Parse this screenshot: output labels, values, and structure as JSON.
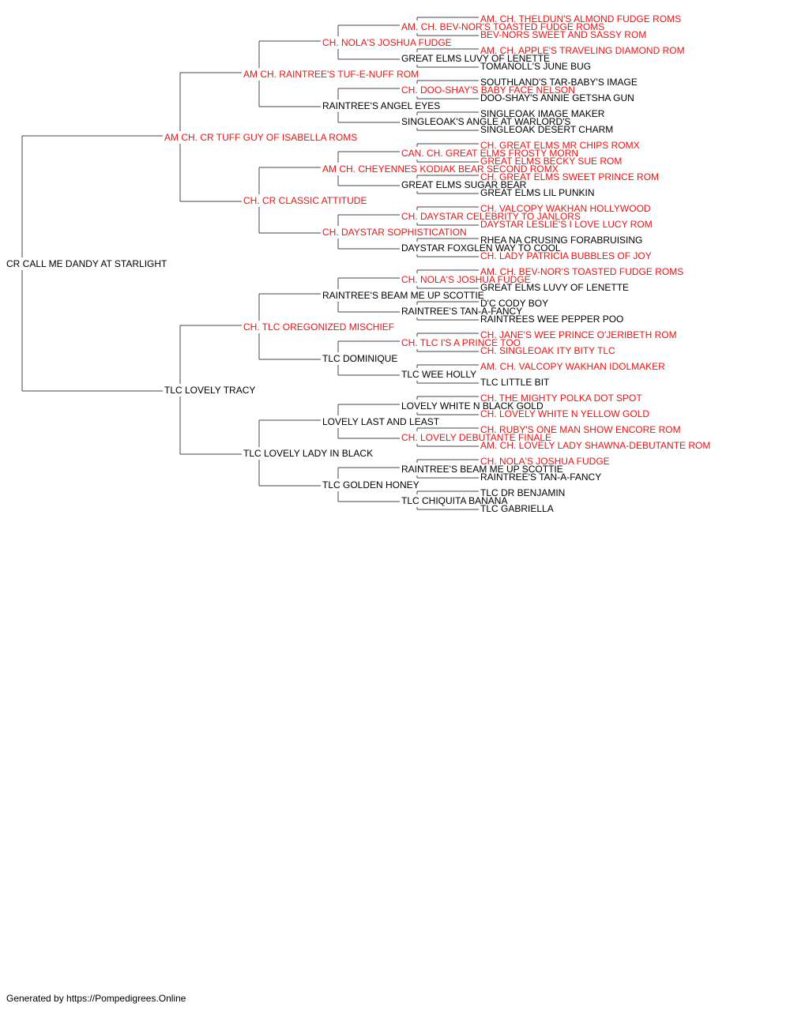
{
  "pedigree": {
    "subject": "CR CALL ME DANDY AT STARLIGHT",
    "titled_color": "#ee1111",
    "untitled_color": "#000000",
    "nodes": [
      {
        "id": "0",
        "name": "CR CALL ME DANDY AT STARLIGHT",
        "titled": false
      },
      {
        "id": "S",
        "name": "AM CH. CR TUFF GUY OF ISABELLA ROMS",
        "titled": true
      },
      {
        "id": "D",
        "name": "TLC LOVELY TRACY",
        "titled": false
      },
      {
        "id": "SS",
        "name": "AM CH. RAINTREE'S TUF-E-NUFF ROM",
        "titled": true
      },
      {
        "id": "SD",
        "name": "CH. CR CLASSIC ATTITUDE",
        "titled": true
      },
      {
        "id": "DS",
        "name": "CH. TLC OREGONIZED MISCHIEF",
        "titled": true
      },
      {
        "id": "DD",
        "name": "TLC LOVELY LADY IN BLACK",
        "titled": false
      },
      {
        "id": "SSS",
        "name": "CH. NOLA'S JOSHUA FUDGE",
        "titled": true
      },
      {
        "id": "SSD",
        "name": "RAINTREE'S ANGEL EYES",
        "titled": false
      },
      {
        "id": "SDS",
        "name": "AM CH. CHEYENNES KODIAK BEAR SECOND ROMX",
        "titled": true
      },
      {
        "id": "SDD",
        "name": "CH. DAYSTAR SOPHISTICATION",
        "titled": true
      },
      {
        "id": "DSS",
        "name": "RAINTREE'S BEAM ME UP SCOTTIE",
        "titled": false
      },
      {
        "id": "DSD",
        "name": "TLC DOMINIQUE",
        "titled": false
      },
      {
        "id": "DDS",
        "name": "LOVELY LAST AND LEAST",
        "titled": false
      },
      {
        "id": "DDD",
        "name": "TLC GOLDEN HONEY",
        "titled": false
      },
      {
        "id": "SSSS",
        "name": "AM. CH. BEV-NOR'S TOASTED FUDGE ROMS",
        "titled": true
      },
      {
        "id": "SSSD",
        "name": "GREAT ELMS LUVY OF LENETTE",
        "titled": false
      },
      {
        "id": "SSDS",
        "name": "CH. DOO-SHAY'S BABY FACE NELSON",
        "titled": true
      },
      {
        "id": "SSDD",
        "name": "SINGLEOAK'S ANGLE AT WARLORD'S",
        "titled": false
      },
      {
        "id": "SDSS",
        "name": "CAN. CH. GREAT ELMS FROSTY MORN",
        "titled": true
      },
      {
        "id": "SDSD",
        "name": "GREAT ELMS SUGAR BEAR",
        "titled": false
      },
      {
        "id": "SDDS",
        "name": "CH. DAYSTAR CELEBRITY TO JANLORS",
        "titled": true
      },
      {
        "id": "SDDD",
        "name": "DAYSTAR FOXGLEN WAY TO COOL",
        "titled": false
      },
      {
        "id": "DSSS",
        "name": "CH. NOLA'S JOSHUA FUDGE",
        "titled": true
      },
      {
        "id": "DSSD",
        "name": "RAINTREE'S TAN-A-FANCY",
        "titled": false
      },
      {
        "id": "DSDS",
        "name": "CH. TLC I'S A PRINCE TOO",
        "titled": true
      },
      {
        "id": "DSDD",
        "name": "TLC WEE HOLLY",
        "titled": false
      },
      {
        "id": "DDSS",
        "name": "LOVELY WHITE N BLACK GOLD",
        "titled": false
      },
      {
        "id": "DDSD",
        "name": "CH. LOVELY DEBUTANTE FINALE",
        "titled": true
      },
      {
        "id": "DDDS",
        "name": "RAINTREE'S BEAM ME UP SCOTTIE",
        "titled": false
      },
      {
        "id": "DDDD",
        "name": "TLC CHIQUITA BANANA",
        "titled": false
      },
      {
        "id": "SSSSS",
        "name": "AM. CH. THELDUN'S ALMOND FUDGE ROMS",
        "titled": true
      },
      {
        "id": "SSSSD",
        "name": "BEV-NORS SWEET AND SASSY ROM",
        "titled": true
      },
      {
        "id": "SSSDS",
        "name": "AM. CH. APPLE'S TRAVELING DIAMOND ROM",
        "titled": true
      },
      {
        "id": "SSSDD",
        "name": "TOMANOLL'S JUNE BUG",
        "titled": false
      },
      {
        "id": "SSDSS",
        "name": "SOUTHLAND'S TAR-BABY'S IMAGE",
        "titled": false
      },
      {
        "id": "SSDSD",
        "name": "DOO-SHAY'S ANNIE GETSHA GUN",
        "titled": false
      },
      {
        "id": "SSDDS",
        "name": "SINGLEOAK IMAGE MAKER",
        "titled": false
      },
      {
        "id": "SSDDD",
        "name": "SINGLEOAK DESERT CHARM",
        "titled": false
      },
      {
        "id": "SDSSS",
        "name": "CH. GREAT ELMS MR CHIPS ROMX",
        "titled": true
      },
      {
        "id": "SDSSD",
        "name": "GREAT ELMS BECKY SUE ROM",
        "titled": true
      },
      {
        "id": "SDSDS",
        "name": "CH. GREAT ELMS SWEET PRINCE ROM",
        "titled": true
      },
      {
        "id": "SDSDD",
        "name": "GREAT ELMS LIL PUNKIN",
        "titled": false
      },
      {
        "id": "SDDSS",
        "name": "CH. VALCOPY WAKHAN HOLLYWOOD",
        "titled": true
      },
      {
        "id": "SDDSD",
        "name": "DAYSTAR LESLIE'S I LOVE LUCY ROM",
        "titled": true
      },
      {
        "id": "SDDDS",
        "name": "RHEA NA CRUSING FORABRUISING",
        "titled": false
      },
      {
        "id": "SDDDD",
        "name": "CH. LADY PATRICIA BUBBLES OF JOY",
        "titled": true
      },
      {
        "id": "DSSSS",
        "name": "AM. CH. BEV-NOR'S TOASTED FUDGE ROMS",
        "titled": true
      },
      {
        "id": "DSSSD",
        "name": "GREAT ELMS LUVY OF LENETTE",
        "titled": false
      },
      {
        "id": "DSSDS",
        "name": "D'C CODY BOY",
        "titled": false
      },
      {
        "id": "DSSDD",
        "name": "RAINTREES WEE PEPPER POO",
        "titled": false
      },
      {
        "id": "DSDSS",
        "name": "CH. JANE'S WEE PRINCE O'JERIBETH ROM",
        "titled": true
      },
      {
        "id": "DSDSD",
        "name": "CH. SINGLEOAK ITY BITY TLC",
        "titled": true
      },
      {
        "id": "DSDDS",
        "name": "AM. CH. VALCOPY WAKHAN IDOLMAKER",
        "titled": true
      },
      {
        "id": "DSDDD",
        "name": "TLC LITTLE BIT",
        "titled": false
      },
      {
        "id": "DDSSS",
        "name": "CH. THE MIGHTY POLKA DOT SPOT",
        "titled": true
      },
      {
        "id": "DDSSD",
        "name": "CH. LOVELY WHITE N YELLOW GOLD",
        "titled": true
      },
      {
        "id": "DDSDS",
        "name": "CH. RUBY'S ONE MAN SHOW ENCORE ROM",
        "titled": true
      },
      {
        "id": "DDSDD",
        "name": "AM. CH. LOVELY LADY SHAWNA-DEBUTANTE ROM",
        "titled": true
      },
      {
        "id": "DDDSS",
        "name": "CH. NOLA'S JOSHUA FUDGE",
        "titled": true
      },
      {
        "id": "DDDSD",
        "name": "RAINTREE'S TAN-A-FANCY",
        "titled": false
      },
      {
        "id": "DDDDS",
        "name": "TLC DR BENJAMIN",
        "titled": false
      },
      {
        "id": "DDDDD",
        "name": "TLC GABRIELLA",
        "titled": false
      }
    ]
  },
  "footer": {
    "text": "Generated by https://Pompedigrees.Online"
  }
}
